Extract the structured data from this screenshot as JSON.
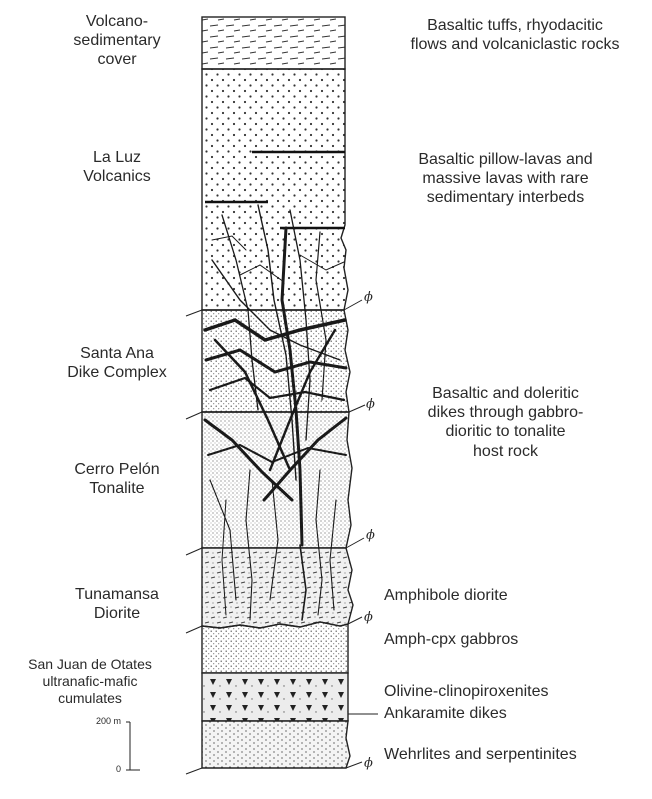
{
  "column": {
    "left_labels": [
      {
        "key": "volcano",
        "lines": [
          "Volcano-",
          "sedimentary",
          "cover"
        ]
      },
      {
        "key": "laluz",
        "lines": [
          "La Luz",
          "Volcanics"
        ]
      },
      {
        "key": "santaana",
        "lines": [
          "Santa Ana",
          "Dike Complex"
        ]
      },
      {
        "key": "cerropelon",
        "lines": [
          "Cerro Pelón",
          "Tonalite"
        ]
      },
      {
        "key": "tunamansa",
        "lines": [
          "Tunamansa",
          "Diorite"
        ]
      },
      {
        "key": "sanjuan",
        "lines": [
          "San Juan de Otates",
          "ultranafic-mafic",
          "cumulates"
        ]
      }
    ],
    "right_labels": [
      {
        "key": "tuffs",
        "lines": [
          "Basaltic tuffs, rhyodacitic",
          "flows and volcaniclastic rocks"
        ]
      },
      {
        "key": "pillow",
        "lines": [
          "Basaltic pillow-lavas and",
          "massive lavas with rare",
          "sedimentary interbeds"
        ]
      },
      {
        "key": "dikes",
        "lines": [
          "Basaltic and doleritic",
          "dikes through gabbro-",
          "dioritic to tonalite",
          "host rock"
        ]
      },
      {
        "key": "amphdiorite",
        "lines": [
          "Amphibole diorite"
        ]
      },
      {
        "key": "gabbros",
        "lines": [
          "Amph-cpx gabbros"
        ]
      },
      {
        "key": "olivine",
        "lines": [
          "Olivine-clinopiroxenites"
        ]
      },
      {
        "key": "ankaramite",
        "lines": [
          "Ankaramite dikes"
        ]
      },
      {
        "key": "wehrlites",
        "lines": [
          "Wehrlites and serpentinites"
        ]
      }
    ],
    "fault_symbol": "ϕ",
    "scale": {
      "top_label": "200 m",
      "bottom_label": "0"
    }
  }
}
